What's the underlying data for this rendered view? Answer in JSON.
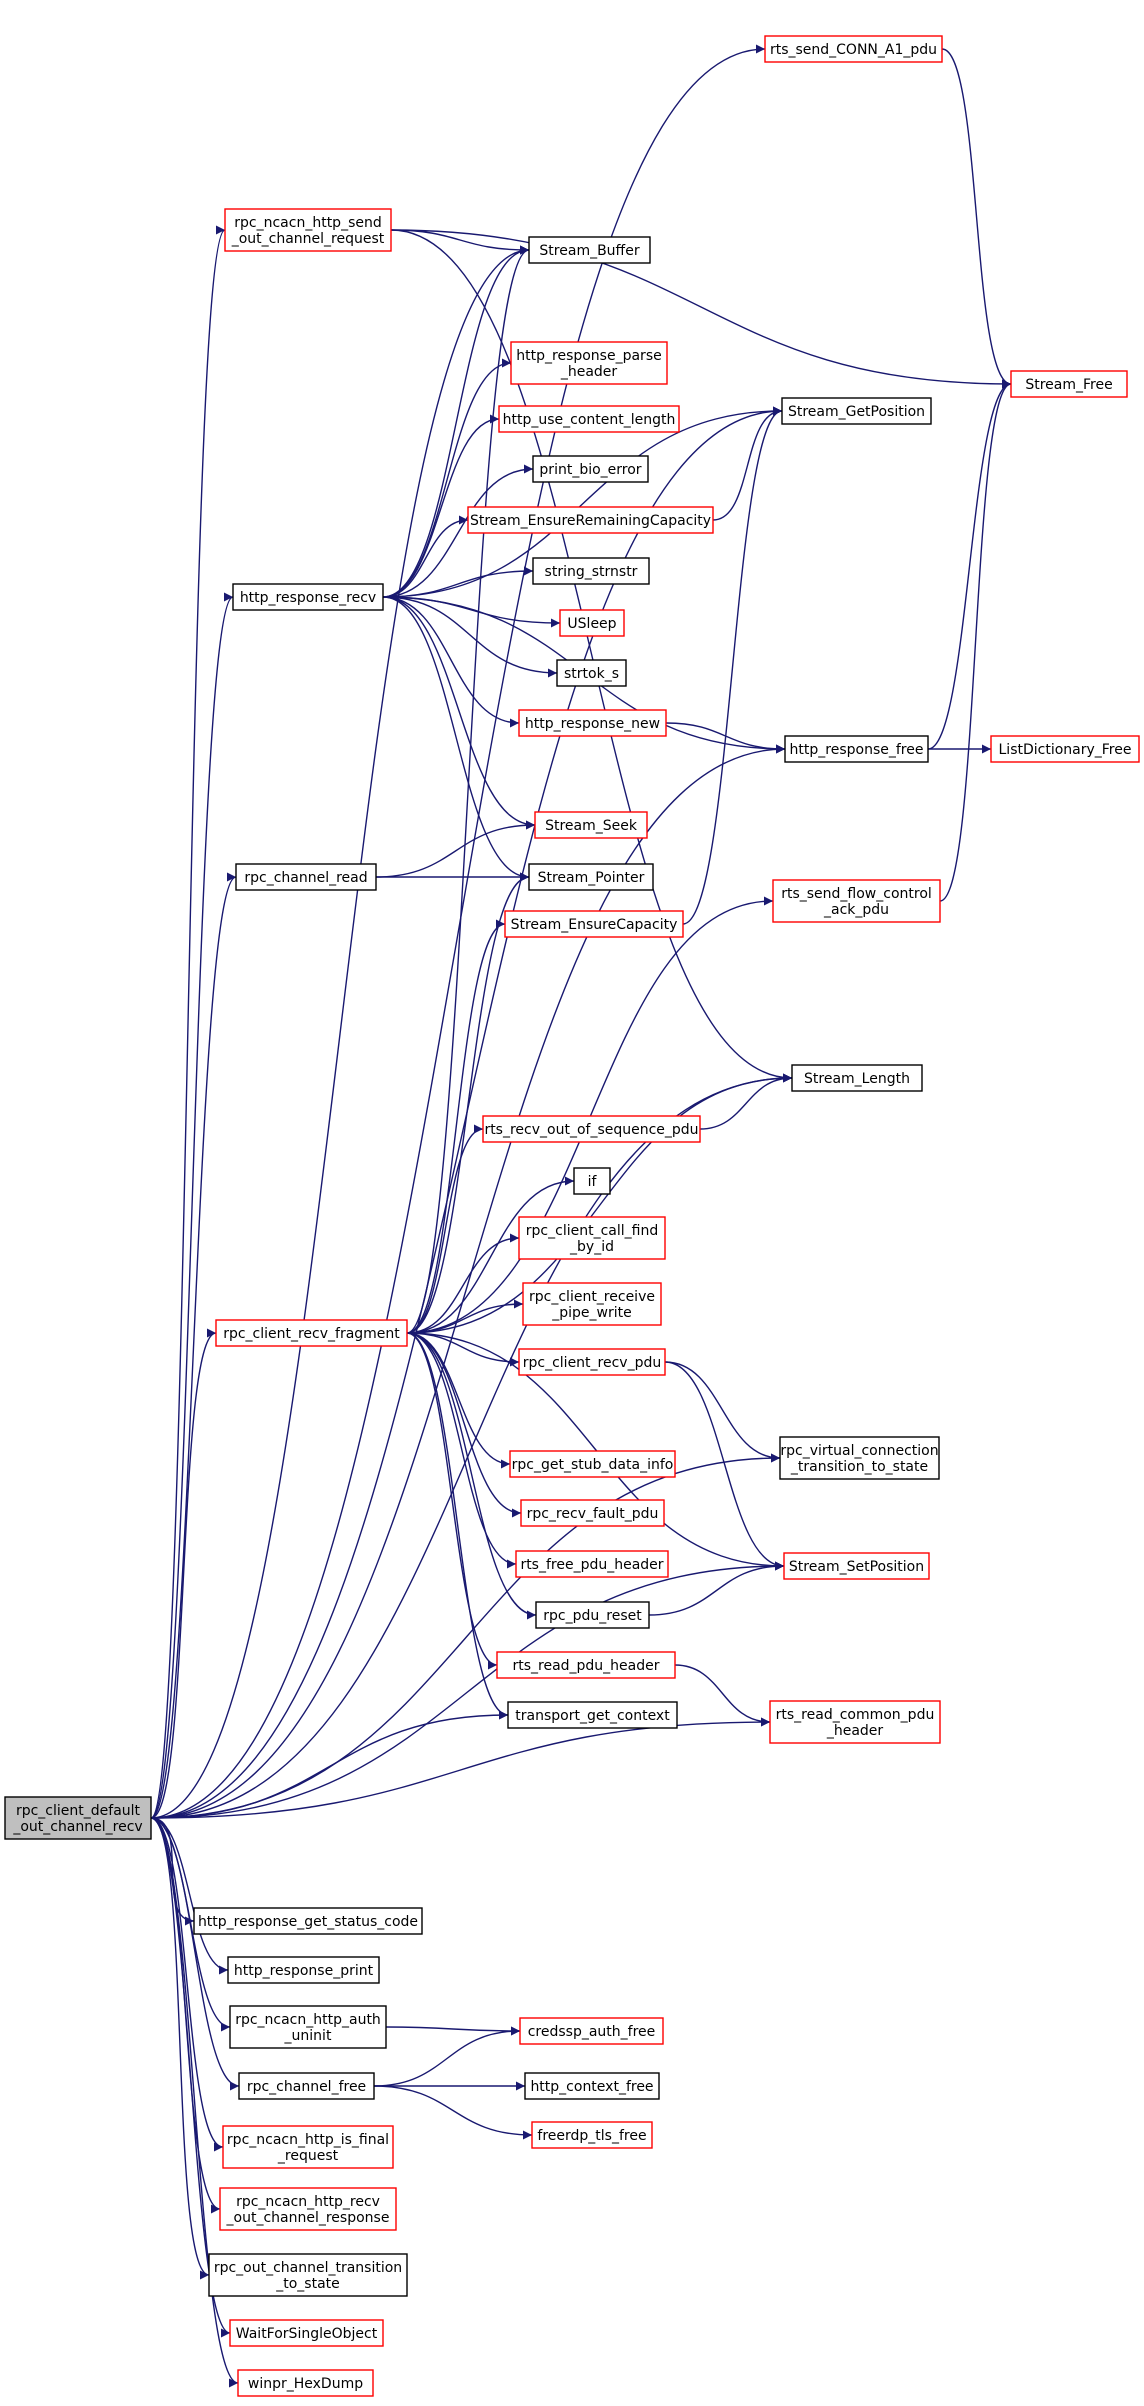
{
  "colors": {
    "edge": "#191970",
    "link_border": "#ff0000",
    "plain_border": "#000000",
    "root_fill": "#bfbfbf",
    "node_fill": "#ffffff",
    "text": "#000000"
  },
  "nodes": [
    {
      "id": "root",
      "lines": [
        "rpc_client_default",
        "_out_channel_recv"
      ],
      "style": "root"
    },
    {
      "id": "rts_send_conn_a1_pdu",
      "lines": [
        "rts_send_CONN_A1_pdu"
      ],
      "style": "link"
    },
    {
      "id": "rpc_ncacn_http_send_out_channel_request",
      "lines": [
        "rpc_ncacn_http_send",
        "_out_channel_request"
      ],
      "style": "link"
    },
    {
      "id": "stream_buffer",
      "lines": [
        "Stream_Buffer"
      ],
      "style": "plain"
    },
    {
      "id": "stream_free",
      "lines": [
        "Stream_Free"
      ],
      "style": "link"
    },
    {
      "id": "http_response_parse_header",
      "lines": [
        "http_response_parse",
        "_header"
      ],
      "style": "link"
    },
    {
      "id": "stream_getposition",
      "lines": [
        "Stream_GetPosition"
      ],
      "style": "plain"
    },
    {
      "id": "http_use_content_length",
      "lines": [
        "http_use_content_length"
      ],
      "style": "link"
    },
    {
      "id": "print_bio_error",
      "lines": [
        "print_bio_error"
      ],
      "style": "plain"
    },
    {
      "id": "stream_ensureremainingcapacity",
      "lines": [
        "Stream_EnsureRemainingCapacity"
      ],
      "style": "link"
    },
    {
      "id": "http_response_recv",
      "lines": [
        "http_response_recv"
      ],
      "style": "plain"
    },
    {
      "id": "string_strnstr",
      "lines": [
        "string_strnstr"
      ],
      "style": "plain"
    },
    {
      "id": "usleep",
      "lines": [
        "USleep"
      ],
      "style": "link"
    },
    {
      "id": "strtok_s",
      "lines": [
        "strtok_s"
      ],
      "style": "plain"
    },
    {
      "id": "http_response_new",
      "lines": [
        "http_response_new"
      ],
      "style": "link"
    },
    {
      "id": "http_response_free",
      "lines": [
        "http_response_free"
      ],
      "style": "plain"
    },
    {
      "id": "listdictionary_free",
      "lines": [
        "ListDictionary_Free"
      ],
      "style": "link"
    },
    {
      "id": "stream_seek",
      "lines": [
        "Stream_Seek"
      ],
      "style": "link"
    },
    {
      "id": "rpc_channel_read",
      "lines": [
        "rpc_channel_read"
      ],
      "style": "plain"
    },
    {
      "id": "stream_pointer",
      "lines": [
        "Stream_Pointer"
      ],
      "style": "plain"
    },
    {
      "id": "rts_send_flow_control_ack_pdu",
      "lines": [
        "rts_send_flow_control",
        "_ack_pdu"
      ],
      "style": "link"
    },
    {
      "id": "stream_ensurecapacity",
      "lines": [
        "Stream_EnsureCapacity"
      ],
      "style": "link"
    },
    {
      "id": "stream_length",
      "lines": [
        "Stream_Length"
      ],
      "style": "plain"
    },
    {
      "id": "rts_recv_out_of_sequence_pdu",
      "lines": [
        "rts_recv_out_of_sequence_pdu"
      ],
      "style": "link"
    },
    {
      "id": "if",
      "lines": [
        "if"
      ],
      "style": "plain"
    },
    {
      "id": "rpc_client_call_find_by_id",
      "lines": [
        "rpc_client_call_find",
        "_by_id"
      ],
      "style": "link"
    },
    {
      "id": "rpc_client_receive_pipe_write",
      "lines": [
        "rpc_client_receive",
        "_pipe_write"
      ],
      "style": "link"
    },
    {
      "id": "rpc_client_recv_fragment",
      "lines": [
        "rpc_client_recv_fragment"
      ],
      "style": "link"
    },
    {
      "id": "rpc_client_recv_pdu",
      "lines": [
        "rpc_client_recv_pdu"
      ],
      "style": "link"
    },
    {
      "id": "rpc_virtual_connection_transition_to_state",
      "lines": [
        "rpc_virtual_connection",
        "_transition_to_state"
      ],
      "style": "plain"
    },
    {
      "id": "rpc_get_stub_data_info",
      "lines": [
        "rpc_get_stub_data_info"
      ],
      "style": "link"
    },
    {
      "id": "rpc_recv_fault_pdu",
      "lines": [
        "rpc_recv_fault_pdu"
      ],
      "style": "link"
    },
    {
      "id": "stream_setposition",
      "lines": [
        "Stream_SetPosition"
      ],
      "style": "link"
    },
    {
      "id": "rts_free_pdu_header",
      "lines": [
        "rts_free_pdu_header"
      ],
      "style": "link"
    },
    {
      "id": "rpc_pdu_reset",
      "lines": [
        "rpc_pdu_reset"
      ],
      "style": "plain"
    },
    {
      "id": "rts_read_pdu_header",
      "lines": [
        "rts_read_pdu_header"
      ],
      "style": "link"
    },
    {
      "id": "rts_read_common_pdu_header",
      "lines": [
        "rts_read_common_pdu",
        "_header"
      ],
      "style": "link"
    },
    {
      "id": "transport_get_context",
      "lines": [
        "transport_get_context"
      ],
      "style": "plain"
    },
    {
      "id": "http_response_get_status_code",
      "lines": [
        "http_response_get_status_code"
      ],
      "style": "plain"
    },
    {
      "id": "http_response_print",
      "lines": [
        "http_response_print"
      ],
      "style": "plain"
    },
    {
      "id": "rpc_ncacn_http_auth_uninit",
      "lines": [
        "rpc_ncacn_http_auth",
        "_uninit"
      ],
      "style": "plain"
    },
    {
      "id": "credssp_auth_free",
      "lines": [
        "credssp_auth_free"
      ],
      "style": "link"
    },
    {
      "id": "rpc_channel_free",
      "lines": [
        "rpc_channel_free"
      ],
      "style": "plain"
    },
    {
      "id": "http_context_free",
      "lines": [
        "http_context_free"
      ],
      "style": "plain"
    },
    {
      "id": "freerdp_tls_free",
      "lines": [
        "freerdp_tls_free"
      ],
      "style": "link"
    },
    {
      "id": "rpc_ncacn_http_is_final_request",
      "lines": [
        "rpc_ncacn_http_is_final",
        "_request"
      ],
      "style": "link"
    },
    {
      "id": "rpc_ncacn_http_recv_out_channel_response",
      "lines": [
        "rpc_ncacn_http_recv",
        "_out_channel_response"
      ],
      "style": "link"
    },
    {
      "id": "rpc_out_channel_transition_to_state",
      "lines": [
        "rpc_out_channel_transition",
        "_to_state"
      ],
      "style": "plain"
    },
    {
      "id": "waitforsingleobject",
      "lines": [
        "WaitForSingleObject"
      ],
      "style": "link"
    },
    {
      "id": "winpr_hexdump",
      "lines": [
        "winpr_HexDump"
      ],
      "style": "link"
    }
  ],
  "edges": [
    {
      "from": "root",
      "to": "rts_send_conn_a1_pdu"
    },
    {
      "from": "root",
      "to": "stream_getposition"
    },
    {
      "from": "root",
      "to": "rpc_ncacn_http_send_out_channel_request"
    },
    {
      "from": "root",
      "to": "stream_buffer"
    },
    {
      "from": "root",
      "to": "http_response_recv"
    },
    {
      "from": "root",
      "to": "rpc_channel_read"
    },
    {
      "from": "root",
      "to": "http_response_free"
    },
    {
      "from": "root",
      "to": "stream_length"
    },
    {
      "from": "root",
      "to": "rpc_client_recv_fragment"
    },
    {
      "from": "root",
      "to": "transport_get_context"
    },
    {
      "from": "root",
      "to": "rpc_virtual_connection_transition_to_state"
    },
    {
      "from": "root",
      "to": "stream_setposition"
    },
    {
      "from": "root",
      "to": "rts_read_common_pdu_header"
    },
    {
      "from": "root",
      "to": "http_response_get_status_code"
    },
    {
      "from": "root",
      "to": "http_response_print"
    },
    {
      "from": "root",
      "to": "rpc_ncacn_http_auth_uninit"
    },
    {
      "from": "root",
      "to": "rpc_channel_free"
    },
    {
      "from": "root",
      "to": "rpc_ncacn_http_is_final_request"
    },
    {
      "from": "root",
      "to": "rpc_ncacn_http_recv_out_channel_response"
    },
    {
      "from": "root",
      "to": "rpc_out_channel_transition_to_state"
    },
    {
      "from": "root",
      "to": "waitforsingleobject"
    },
    {
      "from": "root",
      "to": "winpr_hexdump"
    },
    {
      "from": "rts_send_conn_a1_pdu",
      "to": "stream_free"
    },
    {
      "from": "rpc_ncacn_http_send_out_channel_request",
      "to": "stream_buffer"
    },
    {
      "from": "rpc_ncacn_http_send_out_channel_request",
      "to": "stream_free"
    },
    {
      "from": "rpc_ncacn_http_send_out_channel_request",
      "to": "stream_length"
    },
    {
      "from": "stream_ensureremainingcapacity",
      "to": "stream_getposition"
    },
    {
      "from": "http_response_recv",
      "to": "stream_buffer"
    },
    {
      "from": "http_response_recv",
      "to": "stream_getposition"
    },
    {
      "from": "http_response_recv",
      "to": "http_response_parse_header"
    },
    {
      "from": "http_response_recv",
      "to": "http_use_content_length"
    },
    {
      "from": "http_response_recv",
      "to": "print_bio_error"
    },
    {
      "from": "http_response_recv",
      "to": "stream_ensureremainingcapacity"
    },
    {
      "from": "http_response_recv",
      "to": "string_strnstr"
    },
    {
      "from": "http_response_recv",
      "to": "usleep"
    },
    {
      "from": "http_response_recv",
      "to": "strtok_s"
    },
    {
      "from": "http_response_recv",
      "to": "http_response_new"
    },
    {
      "from": "http_response_recv",
      "to": "http_response_free"
    },
    {
      "from": "http_response_recv",
      "to": "stream_seek"
    },
    {
      "from": "http_response_recv",
      "to": "stream_pointer"
    },
    {
      "from": "http_response_new",
      "to": "http_response_free"
    },
    {
      "from": "http_response_free",
      "to": "stream_free"
    },
    {
      "from": "http_response_free",
      "to": "listdictionary_free"
    },
    {
      "from": "rpc_channel_read",
      "to": "stream_seek"
    },
    {
      "from": "rpc_channel_read",
      "to": "stream_pointer"
    },
    {
      "from": "rts_send_flow_control_ack_pdu",
      "to": "stream_free"
    },
    {
      "from": "stream_ensurecapacity",
      "to": "stream_getposition"
    },
    {
      "from": "rts_recv_out_of_sequence_pdu",
      "to": "stream_length"
    },
    {
      "from": "rpc_client_recv_fragment",
      "to": "stream_buffer"
    },
    {
      "from": "rpc_client_recv_fragment",
      "to": "stream_pointer"
    },
    {
      "from": "rpc_client_recv_fragment",
      "to": "stream_ensurecapacity"
    },
    {
      "from": "rpc_client_recv_fragment",
      "to": "rts_send_flow_control_ack_pdu"
    },
    {
      "from": "rpc_client_recv_fragment",
      "to": "stream_length"
    },
    {
      "from": "rpc_client_recv_fragment",
      "to": "rts_recv_out_of_sequence_pdu"
    },
    {
      "from": "rpc_client_recv_fragment",
      "to": "if"
    },
    {
      "from": "rpc_client_recv_fragment",
      "to": "rpc_client_call_find_by_id"
    },
    {
      "from": "rpc_client_recv_fragment",
      "to": "rpc_client_receive_pipe_write"
    },
    {
      "from": "rpc_client_recv_fragment",
      "to": "rpc_client_recv_pdu"
    },
    {
      "from": "rpc_client_recv_fragment",
      "to": "stream_setposition"
    },
    {
      "from": "rpc_client_recv_fragment",
      "to": "rpc_get_stub_data_info"
    },
    {
      "from": "rpc_client_recv_fragment",
      "to": "rpc_recv_fault_pdu"
    },
    {
      "from": "rpc_client_recv_fragment",
      "to": "rts_free_pdu_header"
    },
    {
      "from": "rpc_client_recv_fragment",
      "to": "rpc_pdu_reset"
    },
    {
      "from": "rpc_client_recv_fragment",
      "to": "rts_read_pdu_header"
    },
    {
      "from": "rpc_client_recv_fragment",
      "to": "transport_get_context"
    },
    {
      "from": "rpc_client_recv_pdu",
      "to": "rpc_virtual_connection_transition_to_state"
    },
    {
      "from": "rpc_client_recv_pdu",
      "to": "stream_setposition"
    },
    {
      "from": "rpc_pdu_reset",
      "to": "stream_setposition"
    },
    {
      "from": "rts_read_pdu_header",
      "to": "rts_read_common_pdu_header"
    },
    {
      "from": "rpc_ncacn_http_auth_uninit",
      "to": "credssp_auth_free"
    },
    {
      "from": "rpc_channel_free",
      "to": "credssp_auth_free"
    },
    {
      "from": "rpc_channel_free",
      "to": "http_context_free"
    },
    {
      "from": "rpc_channel_free",
      "to": "freerdp_tls_free"
    }
  ]
}
